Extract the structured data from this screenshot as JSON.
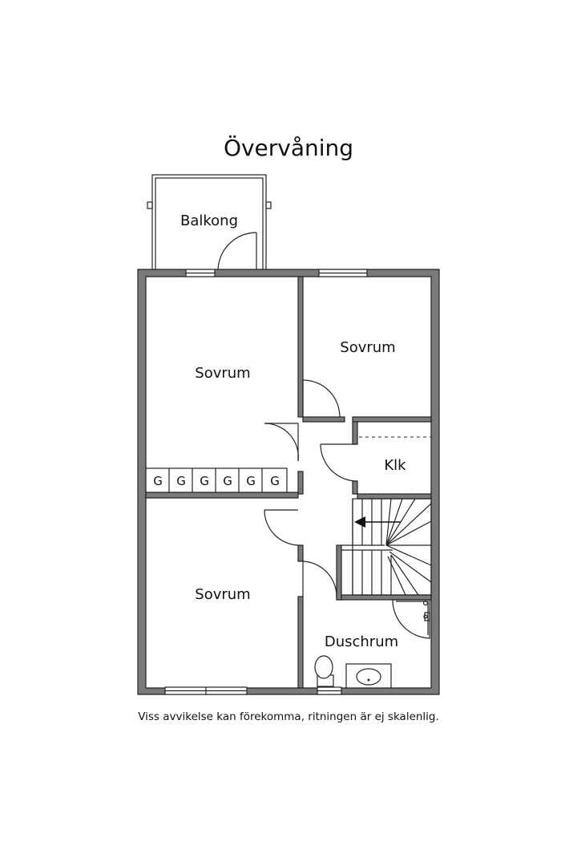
{
  "title": "Övervåning",
  "footnote": "Viss avvikelse kan förekomma, ritningen är ej skalenlig.",
  "rooms": {
    "balcony": "Balkong",
    "bedroom_top_left": "Sovrum",
    "bedroom_top_right": "Sovrum",
    "closet": "Klk",
    "bedroom_bottom_left": "Sovrum",
    "shower_room": "Duschrum"
  },
  "wardrobes": [
    "G",
    "G",
    "G",
    "G",
    "G",
    "G"
  ],
  "colors": {
    "wall": "#7a7a7a",
    "line": "#222222",
    "background": "#ffffff"
  }
}
